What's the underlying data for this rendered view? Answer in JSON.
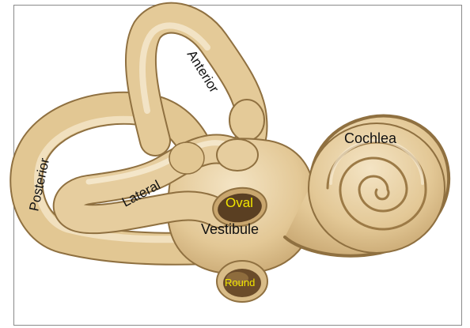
{
  "diagram": {
    "labels": {
      "anterior": "Anterior",
      "posterior": "Posterior",
      "lateral": "Lateral",
      "cochlea": "Cochlea",
      "oval": "Oval",
      "vestibule": "Vestibule",
      "round": "Round"
    },
    "colors": {
      "background": "#ffffff",
      "frame": "#8a8a8a",
      "bone": "#e6cd9e",
      "bone_shadow": "#b99660",
      "bone_outline": "#8f7040",
      "highlight": "#f6ead0",
      "window_dark": "#5a3f22",
      "label_dark": "#111111",
      "label_yellow": "#f2e600"
    }
  }
}
